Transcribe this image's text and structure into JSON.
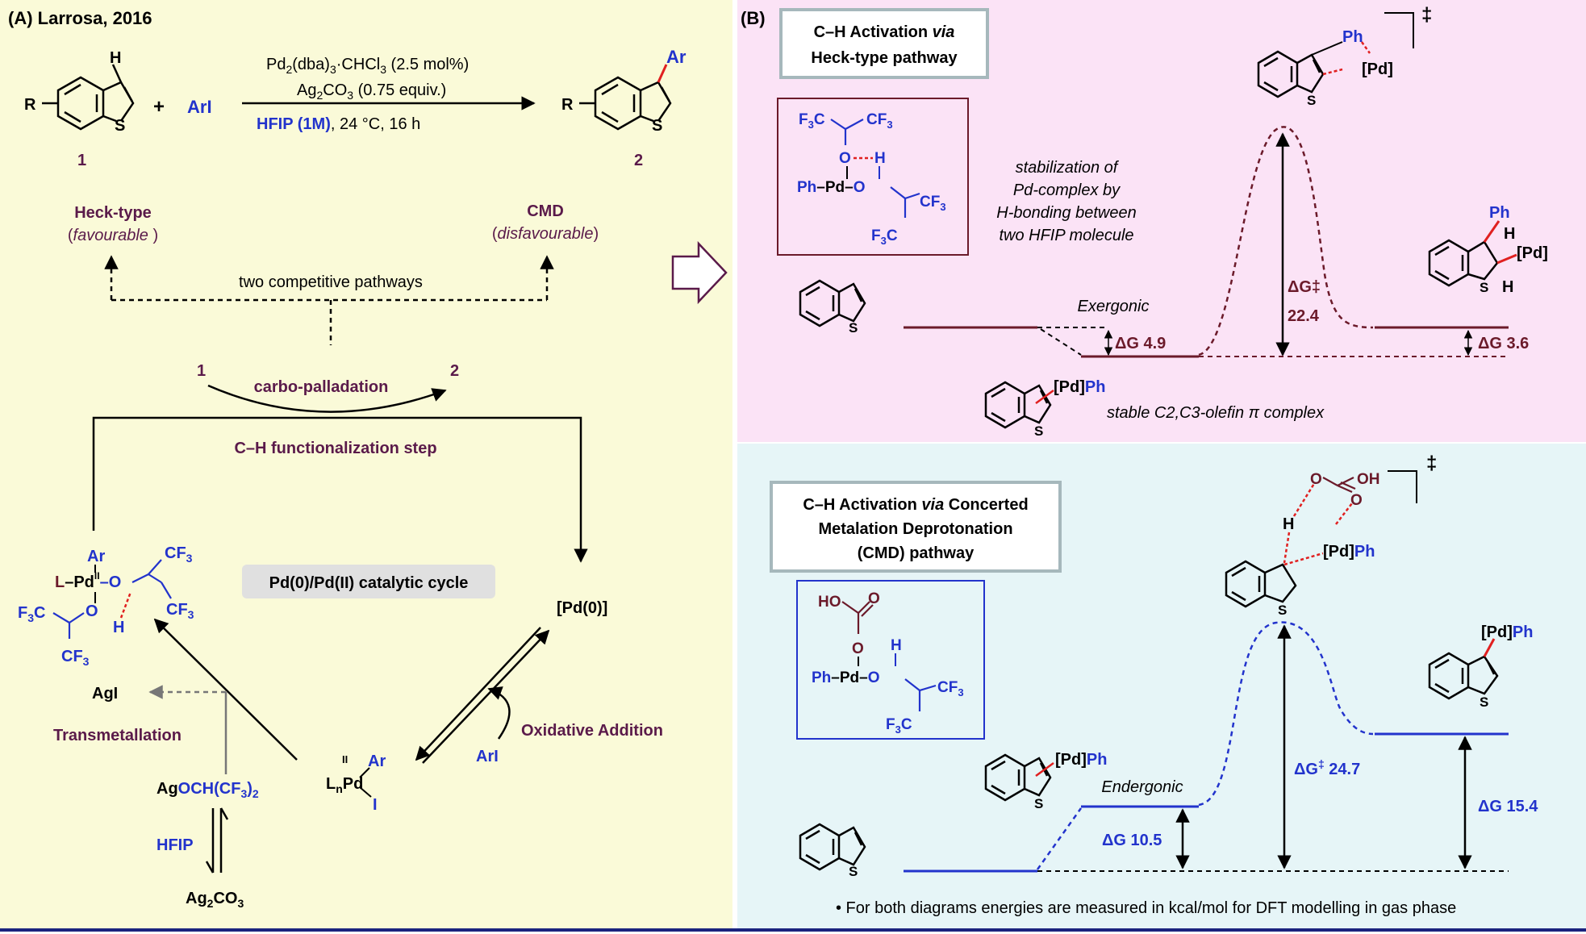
{
  "panel_a": {
    "title": "(A) Larrosa, 2016",
    "reaction": {
      "reagent_left_R": "R",
      "reagent_left_H": "H",
      "reagent_left_S": "S",
      "label_1": "1",
      "plus": "+",
      "aryl_iodide": "ArI",
      "cond_line1": "Pd2(dba)3·CHCl3 (2.5 mol%)",
      "cond_line2": "Ag2CO3 (0.75 equiv.)",
      "cond_hfip": "HFIP (1M)",
      "cond_rest": ", 24 °C, 16 h",
      "product_Ar": "Ar",
      "product_R": "R",
      "product_S": "S",
      "label_2": "2"
    },
    "pathways": {
      "heck": "Heck-type",
      "heck_sub": "favourable",
      "cmd": "CMD",
      "cmd_sub": "disfavourable",
      "competitive": "two competitive pathways"
    },
    "cycle": {
      "cp_1": "1",
      "cp_2": "2",
      "carbopalladation": "carbo-palladation",
      "ch_step": "C–H functionalization step",
      "catalytic_cycle": "Pd(0)/Pd(II) catalytic cycle",
      "pd0": "[Pd(0)]",
      "oxidative_addition": "Oxidative Addition",
      "ari": "ArI",
      "agi": "AgI",
      "transmetallation": "Transmetallation",
      "ag_och": "AgOCH(CF3)2",
      "hfip": "HFIP",
      "ag2co3": "Ag2CO3",
      "lnpd_Ar": "Ar",
      "lnpd_I": "I",
      "complex_CF3": "CF3",
      "complex_F3C": "F3C",
      "complex_L": "L",
      "complex_Ar": "Ar"
    }
  },
  "panel_b": {
    "label": "(B)",
    "top": {
      "title_line1": "C–H Activation via",
      "title_line2": "Heck-type pathway",
      "stabilization": [
        "stabilization of",
        "Pd-complex by",
        "H-bonding between",
        "two HFIP molecule"
      ],
      "exergonic": "Exergonic",
      "dG_left": "ΔG 4.9",
      "dG_ts": "ΔG‡",
      "dG_ts_value": "22.4",
      "dG_right": "ΔG 3.6",
      "pi_complex_label": "[Pd]Ph",
      "pi_complex_desc": "stable C2,C3-olefin π complex",
      "ts_Ph": "Ph",
      "ts_Pd": "[Pd]",
      "prod_Ph": "Ph",
      "prod_Pd": "[Pd]",
      "dagger": "‡"
    },
    "bottom": {
      "title_line1": "C–H Activation via Concerted",
      "title_line2": "Metalation Deprotonation",
      "title_line3": "(CMD) pathway",
      "endergonic": "Endergonic",
      "dG_left": "ΔG 10.5",
      "dG_ts": "ΔG‡ 24.7",
      "dG_right": "ΔG 15.4",
      "int_label": "[Pd]Ph",
      "ts_label": "[Pd]Ph",
      "ts_OH": "OH",
      "prod_label": "[Pd]Ph",
      "dagger": "‡",
      "footnote": "• For both diagrams energies are measured in kcal/mol for DFT modelling in gas phase"
    }
  },
  "colors": {
    "panel_a_bg": "#fafad8",
    "panel_b_top_bg": "#fbe3f6",
    "panel_b_bottom_bg": "#e6f5f7",
    "dark_red": "#6b1a2a",
    "blue": "#2233cc",
    "purple": "#5a1a4a",
    "red_dash": "#e02020",
    "bottom_rule": "#1a237e"
  }
}
